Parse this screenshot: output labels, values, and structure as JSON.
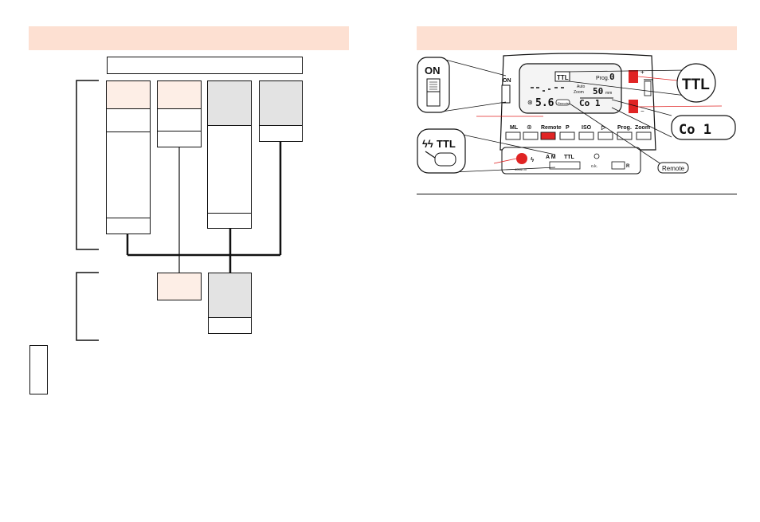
{
  "left_panel": {
    "header_text": "",
    "top_bar_text": "",
    "columns": [
      {
        "fill": "#fdeee6"
      },
      {
        "fill": "#fdeee6"
      },
      {
        "fill": "#e3e3e3"
      },
      {
        "fill": "#e3e3e3"
      }
    ],
    "result_boxes": [
      {
        "fill": "#fdeee6"
      },
      {
        "fill": "#e3e3e3"
      }
    ]
  },
  "right_panel": {
    "header_text": "",
    "flash": {
      "on_label": "ON",
      "prog_label": "Prog.",
      "prog_digit": "0",
      "auto_label": "Auto",
      "zoom_small_label": "Zoom",
      "zoom_value": "50",
      "mm_label": "mm",
      "ttl_badge": "TTL",
      "aperture": "5.6",
      "lcd_code": "Co 1",
      "remote_small": "Remote",
      "buttons": [
        "ML",
        "Remote",
        "P",
        "ISO",
        "▷",
        "Prog.",
        "Zoom"
      ],
      "mode_label": "A M",
      "ttl_mode": "TTL",
      "ok_label": "o.k.",
      "r_label": "R",
      "model_label": "40MZ-3i"
    },
    "callouts": {
      "on_label": "ON",
      "ttl_label": "TTL",
      "flash_ttl_label": "TTL",
      "lcd_code": "Co 1",
      "remote_label": "Remote",
      "plus": "+",
      "minus": "−"
    }
  },
  "colors": {
    "salmon": "#fde0d2",
    "highlight_red": "#e02424",
    "grey": "#e3e3e3"
  }
}
